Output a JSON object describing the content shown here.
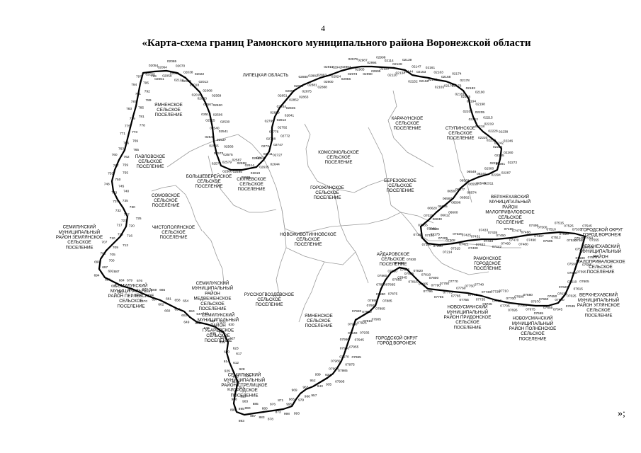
{
  "page_number": "4",
  "title": "«Карта-схема границ Рамонского муниципального района Воронежской области",
  "trailing_text": "»;",
  "colors": {
    "border": "#000000",
    "inner_border": "#9a9a9a",
    "background": "#ffffff"
  },
  "region_labels": [
    "ЯМНЕНСКОЕ СЕЛЬСКОЕ ПОСЕЛЕНИЕ",
    "ЛИПЕЦКАЯ ОБЛАСТЬ",
    "КАРАЧУНСКОЕ СЕЛЬСКОЕ ПОСЕЛЕНИЕ",
    "СТУПИНСКОЕ СЕЛЬСКОЕ ПОСЕЛЕНИЕ",
    "ПАВЛОВСКОЕ СЕЛЬСКОЕ ПОСЕЛЕНИЕ",
    "КОМСОМОЛЬСКОЕ СЕЛЬСКОЕ ПОСЕЛЕНИЕ",
    "БОЛЬШЕВЕРЕЙСКОЕ СЕЛЬСКОЕ ПОСЕЛЕНИЕ",
    "СКЛЯЕВСКОЕ СЕЛЬСКОЕ ПОСЕЛЕНИЕ",
    "ГОРОЖАНСКОЕ СЕЛЬСКОЕ ПОСЕЛЕНИЕ",
    "БЕРЕЗОВСКОЕ СЕЛЬСКОЕ ПОСЕЛЕНИЕ",
    "СОМОВСКОЕ СЕЛЬСКОЕ ПОСЕЛЕНИЕ",
    "ВЕРХНЕХАВСКИЙ МУНИЦИПАЛЬНЫЙ РАЙОН МАЛОПРИВАЛОВСКОЕ СЕЛЬСКОЕ ПОСЕЛЕНИЕ",
    "СЕМИЛУКСКИЙ МУНИЦИПАЛЬНЫЙ РАЙОН ЗЕМЛЯНСКОЕ СЕЛЬСКОЕ ПОСЕЛЕНИЕ",
    "ЧИСТОПОЛЯНСКОЕ СЕЛЬСКОЕ ПОСЕЛЕНИЕ",
    "НОВОЖИВОТИННОВСКОЕ СЕЛЬСКОЕ ПОСЕЛЕНИЕ",
    "ГОРОДСКОЙ ОКРУГ ГОРОД ВОРОНЕЖ",
    "ВЕРХНЕХАВСКИЙ МУНИЦИПАЛЬНЫЙ РАЙОН МАЛОПРИВАЛОВСКОЕ СЕЛЬСКОЕ ПОСЕЛЕНИЕ",
    "АЙДАРОВСКОЕ СЕЛЬСКОЕ ПОСЕЛЕНИЕ",
    "РАМОНСКОЕ ГОРОДСКОЕ ПОСЕЛЕНИЕ",
    "РУССКОГВОЗДЕВСКОЕ СЕЛЬСКОЕ ПОСЕЛЕНИЕ",
    "СЕМИЛУКСКИЙ МУНИЦИПАЛЬНЫЙ РАЙОН ПЕРЛЁВСКОЕ СЕЛЬСКОЕ ПОСЕЛЕНИЕ",
    "СЕМИЛУКСКИЙ МУНИЦИПАЛЬНЫЙ РАЙОН МЕДВЕЖЕНСКОЕ СЕЛЬСКОЕ ПОСЕЛЕНИЕ",
    "ВЕРХНЕХАВСКИЙ МУНИЦИПАЛЬНЫЙ РАЙОН УГЛЯНСКОЕ СЕЛЬСКОЕ ПОСЕЛЕНИЕ",
    "ЯМНЕНСКОЕ СЕЛЬСКОЕ ПОСЕЛЕНИЕ",
    "НОВОУСМАНСКИЙ МУНИЦИПАЛЬНЫЙ РАЙОН ПРИДОНСКОЕ СЕЛЬСКОЕ ПОСЕЛЕНИЕ",
    "НОВОУСМАНСКИЙ МУНИЦИПАЛЬНЫЙ РАЙОН ПОЛНЕНСКОЕ СЕЛЬСКОЕ ПОСЕЛЕНИЕ",
    "СЕМИЛУКСКИЙ МУНИЦИПАЛЬНЫЙ РАЙОН ГУБАРЁВСКОЕ СЕЛЬСКОЕ ПОСЕЛЕНИЕ",
    "ГОРОДСКОЙ ОКРУГ ГОРОД ВОРОНЕЖ",
    "СЕМИЛУКСКИЙ МУНИЦИПАЛЬНЫЙ РАЙОН СТРЕЛИЦКОЕ ГОРОДСКОЕ ПОСЕЛЕНИЕ"
  ],
  "point_labels": [
    "02050",
    "02054",
    "02061",
    "02064",
    "02058",
    "02065",
    "02041",
    "02070",
    "02124",
    "02038",
    "02026",
    "02022",
    "02018",
    "02013",
    "02010",
    "02008",
    "02003",
    "02569",
    "02567",
    "02520",
    "02512",
    "02506",
    "02525",
    "02530",
    "02540",
    "02541",
    "02542",
    "02537",
    "02565",
    "02566",
    "02573",
    "02575",
    "02577",
    "02579",
    "02580",
    "02587",
    "02595",
    "02598",
    "02601",
    "02614",
    "02619",
    "02623",
    "02635",
    "02639",
    "02644",
    "02711",
    "02727",
    "02734",
    "02747",
    "02748",
    "02772",
    "02776",
    "02792",
    "02799",
    "02813",
    "02829",
    "02841",
    "02844",
    "02845",
    "02851",
    "02852",
    "02859",
    "02863",
    "02874",
    "02875",
    "02880",
    "02881",
    "02882",
    "02888",
    "02893",
    "02900",
    "02915",
    "02924",
    "02942",
    "02956",
    "02964",
    "02973",
    "02979",
    "02985",
    "02987",
    "02990",
    "02994",
    "02995",
    "02998",
    "02110",
    "02114",
    "02120",
    "02128",
    "02134",
    "02139",
    "02144",
    "02147",
    "02152",
    "02153",
    "02158",
    "02161",
    "02162",
    "02163",
    "02165",
    "02168",
    "02170",
    "02174",
    "02176",
    "02178",
    "02181",
    "02183",
    "02185",
    "02190",
    "02194",
    "02198",
    "02202",
    "02205",
    "02212",
    "02215",
    "02218",
    "02219",
    "02220",
    "02228",
    "02230",
    "02238",
    "02242",
    "02246",
    "02253",
    "02260",
    "02265",
    "02272",
    "02281",
    "02287",
    "02290",
    "02294",
    "02300",
    "02311",
    "06340",
    "06548",
    "06549",
    "06553",
    "06562",
    "06574",
    "06577",
    "06582",
    "06587",
    "06596",
    "06597",
    "06600",
    "06605",
    "06612",
    "06620",
    "06630",
    "07025",
    "07028",
    "07065",
    "07068",
    "07143",
    "07150",
    "07160",
    "07175",
    "07200",
    "07205",
    "07214",
    "07308",
    "07315",
    "07320",
    "07421",
    "07425",
    "07430",
    "07431",
    "07432",
    "07433",
    "07434",
    "07435",
    "07442",
    "07450",
    "07460",
    "07465",
    "07470",
    "07475",
    "07480",
    "07488",
    "07490",
    "07495",
    "07497",
    "07500",
    "07505",
    "07510",
    "07512",
    "07515",
    "07520",
    "07525",
    "07530",
    "07535",
    "07540",
    "07545",
    "07550",
    "07555",
    "07560",
    "07565",
    "07570",
    "07575",
    "07580",
    "07585",
    "07590",
    "07595",
    "07600",
    "07605",
    "07610",
    "07615",
    "07620",
    "07625",
    "07630",
    "07635",
    "07640",
    "07645",
    "07650",
    "07655",
    "07660",
    "07665",
    "07670",
    "07675",
    "07680",
    "07685",
    "07690",
    "07695",
    "07700",
    "07705",
    "07710",
    "07715",
    "07720",
    "07725",
    "07730",
    "07735",
    "07740",
    "07745",
    "07750",
    "07755",
    "07760",
    "07765",
    "07770",
    "07775",
    "07780",
    "07785",
    "07790",
    "07795",
    "07800",
    "07805",
    "07810",
    "07815",
    "07820",
    "07825",
    "07830",
    "07835",
    "07840",
    "07845",
    "07850",
    "07855",
    "07860",
    "07865",
    "07870",
    "07875",
    "07880",
    "07885",
    "07890",
    "07895",
    "07900",
    "07905",
    "07910",
    "07915",
    "07920",
    "07925",
    "07930",
    "07935",
    "07940",
    "07945",
    "07950",
    "07955",
    "07960",
    "07965",
    "07970",
    "07975",
    "07980",
    "07985",
    "07990",
    "07995",
    "932",
    "935",
    "939",
    "943",
    "952",
    "957",
    "963",
    "966",
    "969",
    "979",
    "983",
    "993",
    "995",
    "998",
    "871",
    "873",
    "876",
    "878",
    "880",
    "883",
    "885",
    "887",
    "890",
    "893",
    "895",
    "899",
    "903",
    "908",
    "910",
    "913",
    "915",
    "918",
    "920",
    "925",
    "928",
    "929",
    "612",
    "614",
    "617",
    "620",
    "623",
    "625",
    "627",
    "628",
    "630",
    "632",
    "633",
    "635",
    "637",
    "640",
    "643",
    "646",
    "647",
    "649",
    "650",
    "652",
    "654",
    "656",
    "658",
    "660",
    "661",
    "662",
    "665",
    "667",
    "669",
    "670",
    "672",
    "673",
    "676",
    "677",
    "679",
    "682",
    "684",
    "685",
    "687",
    "690",
    "692",
    "694",
    "697",
    "699",
    "700",
    "702",
    "705",
    "707",
    "709",
    "710",
    "712",
    "715",
    "716",
    "717",
    "720",
    "723",
    "725",
    "727",
    "730",
    "732",
    "735",
    "737",
    "740",
    "743",
    "745",
    "748",
    "750",
    "753",
    "755",
    "757",
    "759",
    "760",
    "762",
    "763",
    "765",
    "766",
    "769",
    "771",
    "773",
    "775",
    "778",
    "779",
    "781",
    "783",
    "785",
    "787",
    "789",
    "791",
    "792",
    "794",
    "795",
    "797",
    "799"
  ]
}
